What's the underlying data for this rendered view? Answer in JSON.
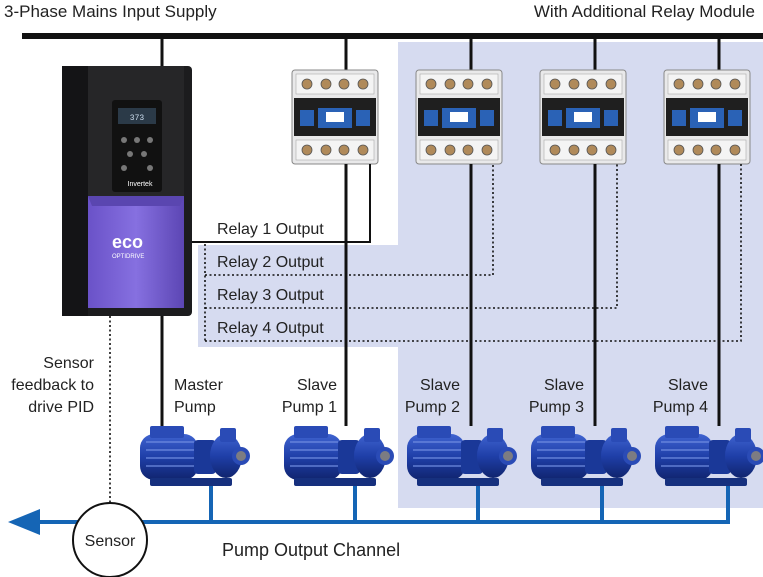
{
  "header": {
    "left_title": "3-Phase Mains Input Supply",
    "right_title": "With Additional Relay Module"
  },
  "drive": {
    "logo": "eco",
    "logo_sub": "OPTIDRIVE",
    "brand": "Invertek"
  },
  "relays": [
    {
      "label": "Relay 1 Output"
    },
    {
      "label": "Relay 2 Output"
    },
    {
      "label": "Relay 3 Output"
    },
    {
      "label": "Relay 4 Output"
    }
  ],
  "sensor_feedback": {
    "line1": "Sensor",
    "line2": "feedback to",
    "line3": "drive PID"
  },
  "pumps": [
    {
      "line1": "Master",
      "line2": "Pump"
    },
    {
      "line1": "Slave",
      "line2": "Pump 1"
    },
    {
      "line1": "Slave",
      "line2": "Pump 2"
    },
    {
      "line1": "Slave",
      "line2": "Pump 3"
    },
    {
      "line1": "Slave",
      "line2": "Pump 4"
    }
  ],
  "sensor_label": "Sensor",
  "output_channel_label": "Pump Output Channel",
  "colors": {
    "relay_module_bg": "#d6dbf0",
    "pipe": "#1565b5",
    "drive_purple": "#7b62d8",
    "pump_blue": "#1f3fa8"
  }
}
